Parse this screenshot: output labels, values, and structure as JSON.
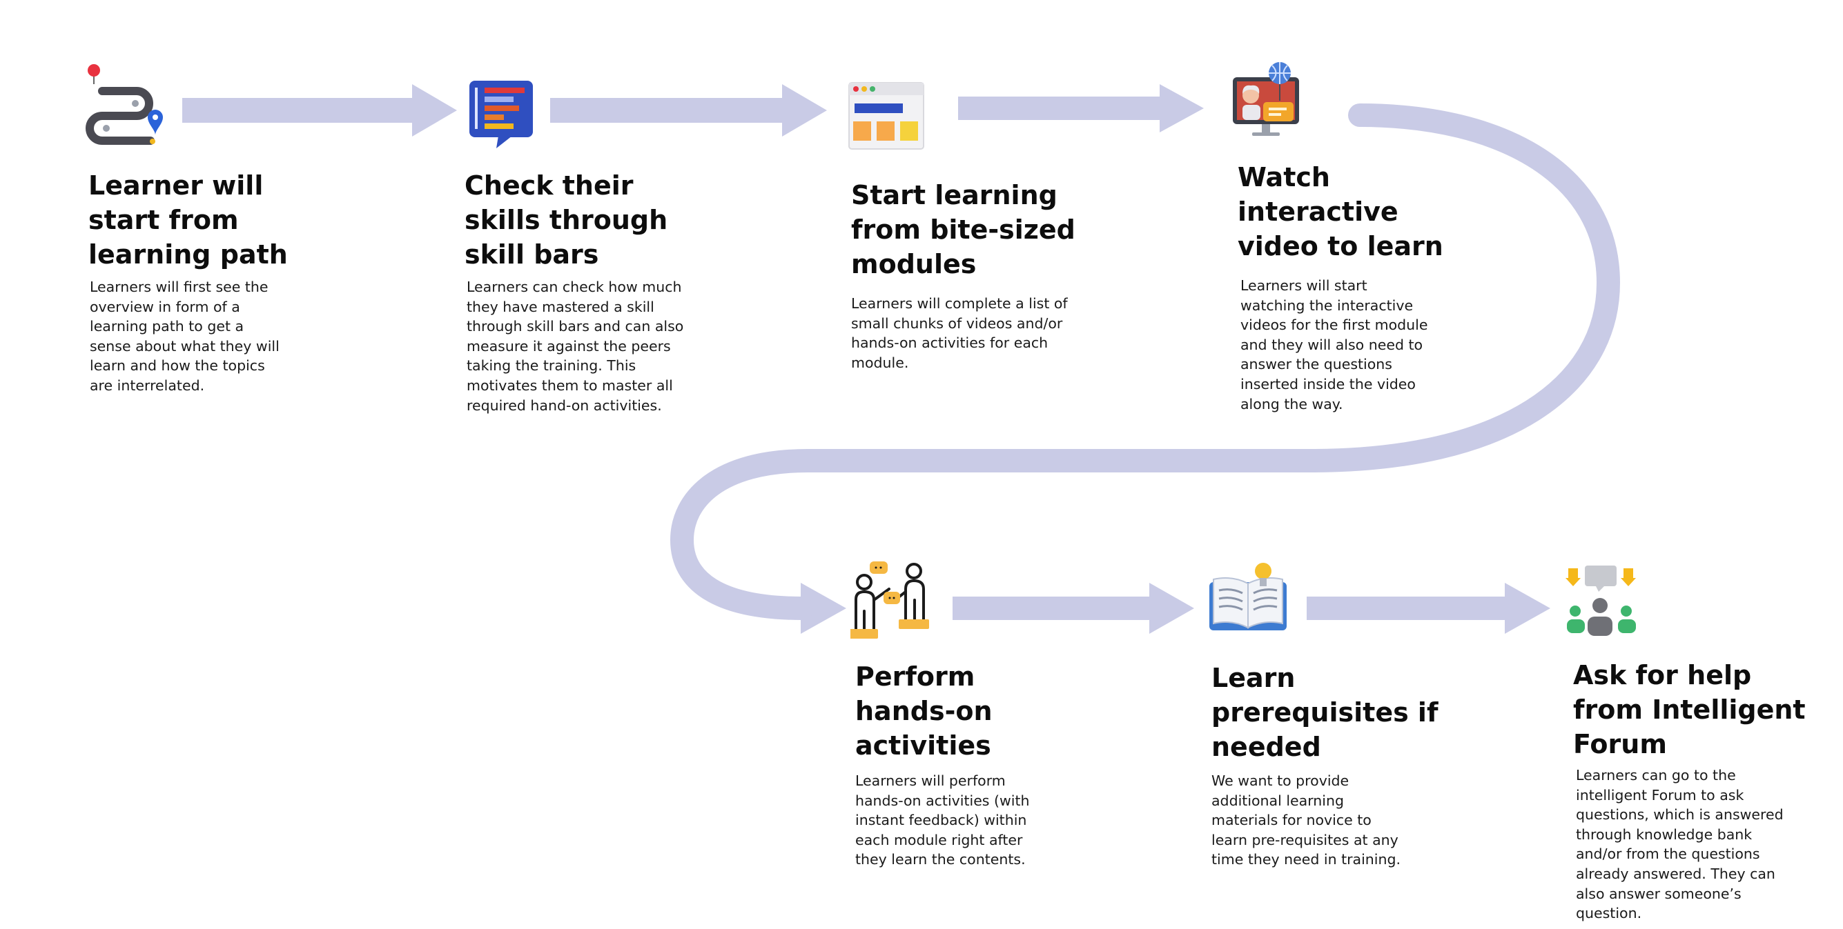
{
  "colors": {
    "connector": "#c9cbe6",
    "background": "#ffffff",
    "title_text": "#0d0d0d",
    "body_text": "#1a1a1a"
  },
  "steps": [
    {
      "icon": "learning-path-icon",
      "title_lines": [
        "Learner will",
        "start from",
        "learning path"
      ],
      "desc_lines": [
        "Learners will first see the",
        "overview in form of a",
        "learning path to get a",
        "sense about what they will",
        "learn and how the topics",
        "are interrelated."
      ]
    },
    {
      "icon": "skill-bars-icon",
      "title_lines": [
        "Check their",
        "skills through",
        "skill bars"
      ],
      "desc_lines": [
        "Learners can check how much",
        "they have mastered a skill",
        "through skill bars and can also",
        "measure it against the peers",
        "taking the training. This",
        "motivates them to master all",
        "required hand-on activities."
      ]
    },
    {
      "icon": "modules-icon",
      "title_lines": [
        "Start learning",
        "from bite-sized",
        "modules"
      ],
      "desc_lines": [
        "Learners will complete a list of",
        "small chunks of videos and/or",
        "hands-on activities for each",
        "module."
      ]
    },
    {
      "icon": "interactive-video-icon",
      "title_lines": [
        "Watch",
        "interactive",
        "video to learn"
      ],
      "desc_lines": [
        "Learners will start",
        "watching the interactive",
        "videos for the first module",
        "and they will also need to",
        "answer the questions",
        "inserted inside the video",
        "along the way."
      ]
    },
    {
      "icon": "hands-on-activities-icon",
      "title_lines": [
        "Perform",
        "hands-on",
        "activities"
      ],
      "desc_lines": [
        "Learners will perform",
        "hands-on activities (with",
        "instant feedback) within",
        "each module right after",
        "they learn the contents."
      ]
    },
    {
      "icon": "book-idea-icon",
      "title_lines": [
        "Learn",
        "prerequisites if",
        "needed"
      ],
      "desc_lines": [
        "We want to provide",
        "additional learning",
        "materials for novice to",
        "learn pre-requisites at any",
        "time they need in training."
      ]
    },
    {
      "icon": "forum-help-icon",
      "title_lines": [
        "Ask for help",
        "from Intelligent",
        "Forum"
      ],
      "desc_lines": [
        "Learners can go to the",
        "intelligent Forum to ask",
        "questions, which is answered",
        "through knowledge bank",
        "and/or from the questions",
        "already answered. They can",
        "also answer someone’s",
        "question."
      ]
    }
  ]
}
